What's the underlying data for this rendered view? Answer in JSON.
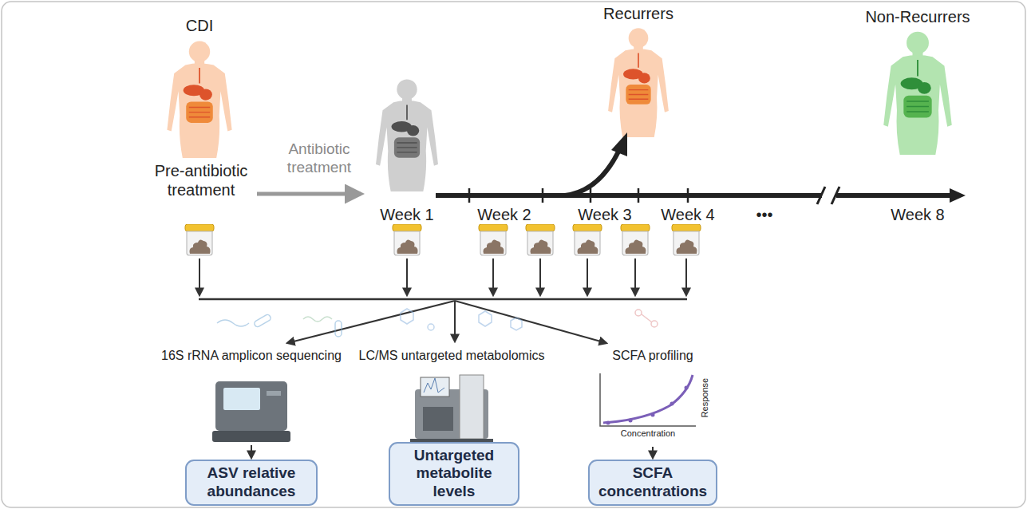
{
  "diagram": {
    "nodes": [
      {
        "text": [
          "ASV relative abundances"
        ]
      },
      {
        "text": [
          "Untargeted metabolite levels"
        ]
      },
      {
        "text": [
          "SCFA concentrations"
        ]
      }
    ],
    "labels": [
      "CDI",
      "Antibiotic treatment",
      "Pre-antibiotic treatment",
      "Recurrers",
      "Non-Recurrers",
      "Week 1",
      "Week 2",
      "Week 3",
      "Week 4",
      "•••",
      "Week 8",
      "16S rRNA amplicon sequencing",
      "LC/MS untargeted metabolomics",
      "SCFA profiling",
      "Response",
      "Concentration"
    ]
  }
}
